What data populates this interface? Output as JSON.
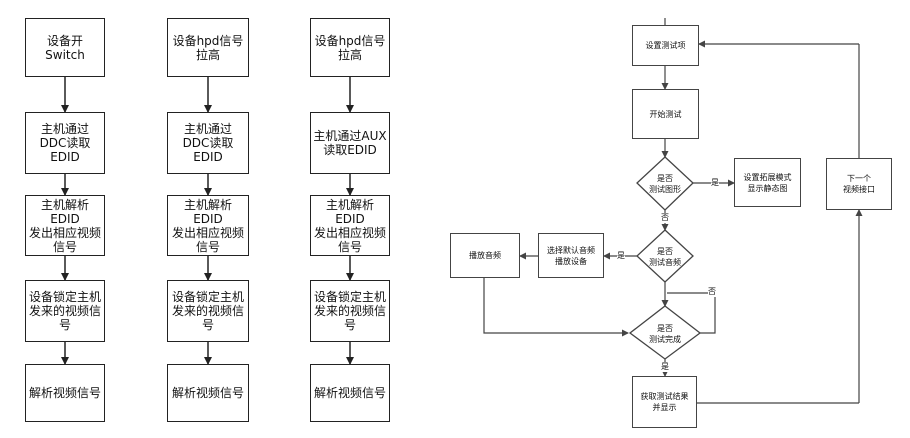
{
  "columns": [
    {
      "steps": [
        "设备开\nSwitch",
        "主机通过\nDDC读取\nEDID",
        "主机解析\nEDID\n发出相应视频\n信号",
        "设备锁定主机\n发来的视频信\n号",
        "解析视频信号"
      ]
    },
    {
      "steps": [
        "设备hpd信号\n拉高",
        "主机通过\nDDC读取\nEDID",
        "主机解析\nEDID\n发出相应视频\n信号",
        "设备锁定主机\n发来的视频信\n号",
        "解析视频信号"
      ]
    },
    {
      "steps": [
        "设备hpd信号\n拉高",
        "主机通过AUX\n读取EDID",
        "主机解析\nEDID\n发出相应视频\n信号",
        "设备锁定主机\n发来的视频信\n号",
        "解析视频信号"
      ]
    }
  ],
  "flowchart": {
    "set_test_item": "设置测试项",
    "start_test": "开始测试",
    "decision_image": "是否\n测试图形",
    "set_extend_mode": "设置拓展模式\n显示静态图",
    "decision_audio": "是否\n测试音频",
    "select_audio_device": "选择默认音频\n播放设备",
    "play_audio": "播放音频",
    "decision_done": "是否\n测试完成",
    "get_result": "获取测试结果\n并显示",
    "next_port": "下一个\n视频接口",
    "label_yes": "是",
    "label_no": "否"
  }
}
